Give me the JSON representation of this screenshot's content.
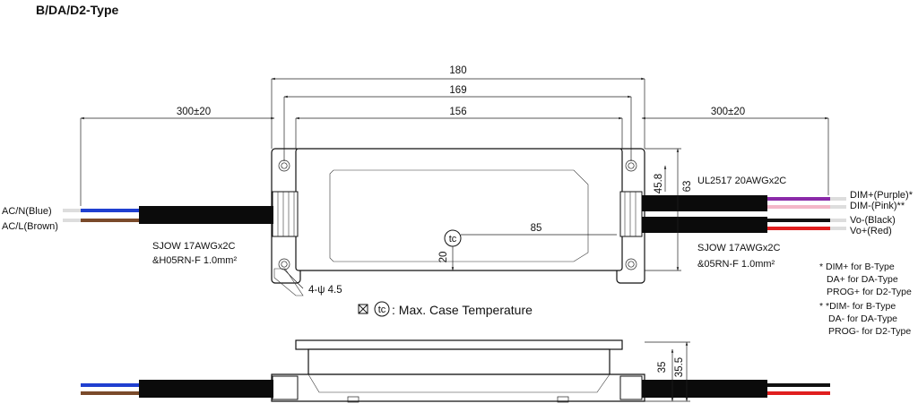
{
  "title": "B/DA/D2-Type",
  "dims": {
    "overall": "180",
    "mount": "169",
    "body": "156",
    "lead_left": "300±20",
    "lead_right": "300±20",
    "width_outer": "63",
    "width_mount": "45.8",
    "tc_x": "85",
    "tc_y": "20",
    "height_body": "35",
    "height_total": "35.5",
    "hole": "4-ψ 4.5"
  },
  "cables": {
    "input_type": "SJOW 17AWGx2C",
    "input_type2": "&H05RN-F 1.0mm²",
    "output_type": "SJOW 17AWGx2C",
    "output_type2": "&05RN-F 1.0mm²",
    "dim_type": "UL2517 20AWGx2C"
  },
  "wires": {
    "ac_n": "AC/N(Blue)",
    "ac_l": "AC/L(Brown)",
    "dim_plus": "DIM+(Purple)*",
    "dim_minus": "DIM-(Pink)**",
    "vo_minus": "Vo-(Black)",
    "vo_plus": "Vo+(Red)"
  },
  "legend": {
    "tc_symbol": "tc",
    "tc_text": ": Max. Case Temperature"
  },
  "notes": [
    "* DIM+ for B-Type",
    "DA+ for DA-Type",
    "PROG+ for D2-Type",
    "* *DIM- for B-Type",
    "DA- for DA-Type",
    "PROG- for D2-Type"
  ],
  "colors": {
    "blue": "#1f3fd0",
    "brown": "#7a4a2a",
    "purple": "#8a2aa8",
    "pink": "#f3b7c8",
    "black": "#111111",
    "red": "#e01e1e",
    "cable": "#0b0b0b"
  }
}
